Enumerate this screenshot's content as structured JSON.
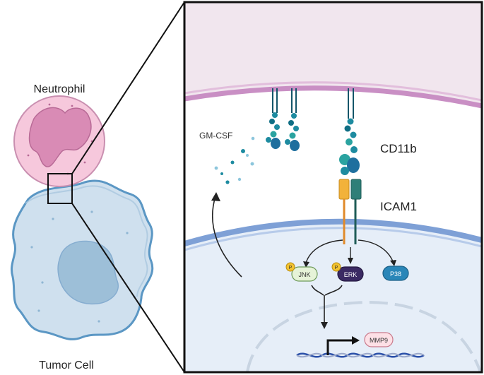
{
  "labels": {
    "neutrophil": "Neutrophil",
    "tumor_cell": "Tumor Cell",
    "gm_csf": "GM-CSF",
    "cd11b": "CD11b",
    "icam1": "ICAM1",
    "jnk": "JNK",
    "erk": "ERK",
    "p38": "P38",
    "mmp9": "MMP9",
    "phospho": "P"
  },
  "colors": {
    "neutrophil_fill": "#f6c8dc",
    "neutrophil_nucleus": "#d98bb5",
    "tumor_fill": "#cfe0ee",
    "tumor_outline": "#5b97c4",
    "tumor_nucleus": "#9dbfd8",
    "membrane_top": "#c98fc4",
    "membrane_bottom": "#7ea0d6",
    "cd11b": "#1d8ba0",
    "icam1_left": "#f2b23a",
    "icam1_right": "#2f7f78",
    "jnk_fill": "#e6f3d8",
    "erk_fill": "#3b2a63",
    "p38_fill": "#2a86b8",
    "mmp9_fill": "#fde0e6",
    "phospho_fill": "#f2c230",
    "dna": "#2a4fa8"
  }
}
